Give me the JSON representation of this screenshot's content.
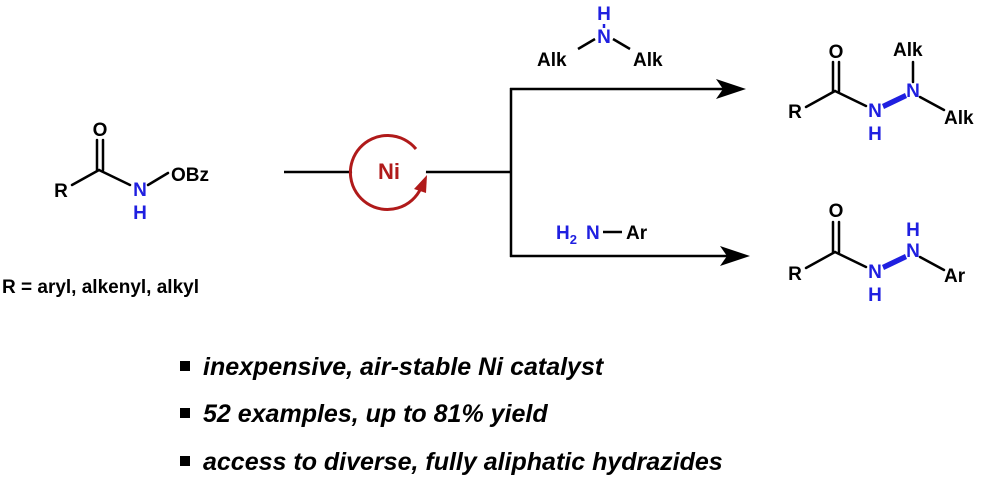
{
  "colors": {
    "nitrogen": "#1f1fe0",
    "catalyst": "#b01a1a",
    "ink": "#000000"
  },
  "reactant": {
    "o_label": "O",
    "r_label": "R",
    "n_label": "N",
    "h_label": "H",
    "obz_label": "OBz",
    "r_definition": "R = aryl, alkenyl, alkyl"
  },
  "catalyst": {
    "label": "Ni",
    "icon": "circular-arrow-icon"
  },
  "reagents": {
    "top": {
      "h_label": "H",
      "n_label": "N",
      "alk_left": "Alk",
      "alk_right": "Alk"
    },
    "bottom": {
      "h_label": "H",
      "subscript": "2",
      "n_label": "N",
      "ar_label": "Ar"
    }
  },
  "products": {
    "top": {
      "o_label": "O",
      "r_label": "R",
      "n1_label": "N",
      "h_label": "H",
      "n2_label": "N",
      "alk_up": "Alk",
      "alk_down": "Alk"
    },
    "bottom": {
      "o_label": "O",
      "r_label": "R",
      "n1_label": "N",
      "h1_label": "H",
      "n2_label": "N",
      "h2_label": "H",
      "ar_label": "Ar"
    }
  },
  "highlights": [
    "inexpensive, air-stable Ni catalyst",
    "52 examples, up to 81% yield",
    "access to diverse, fully aliphatic hydrazides"
  ]
}
